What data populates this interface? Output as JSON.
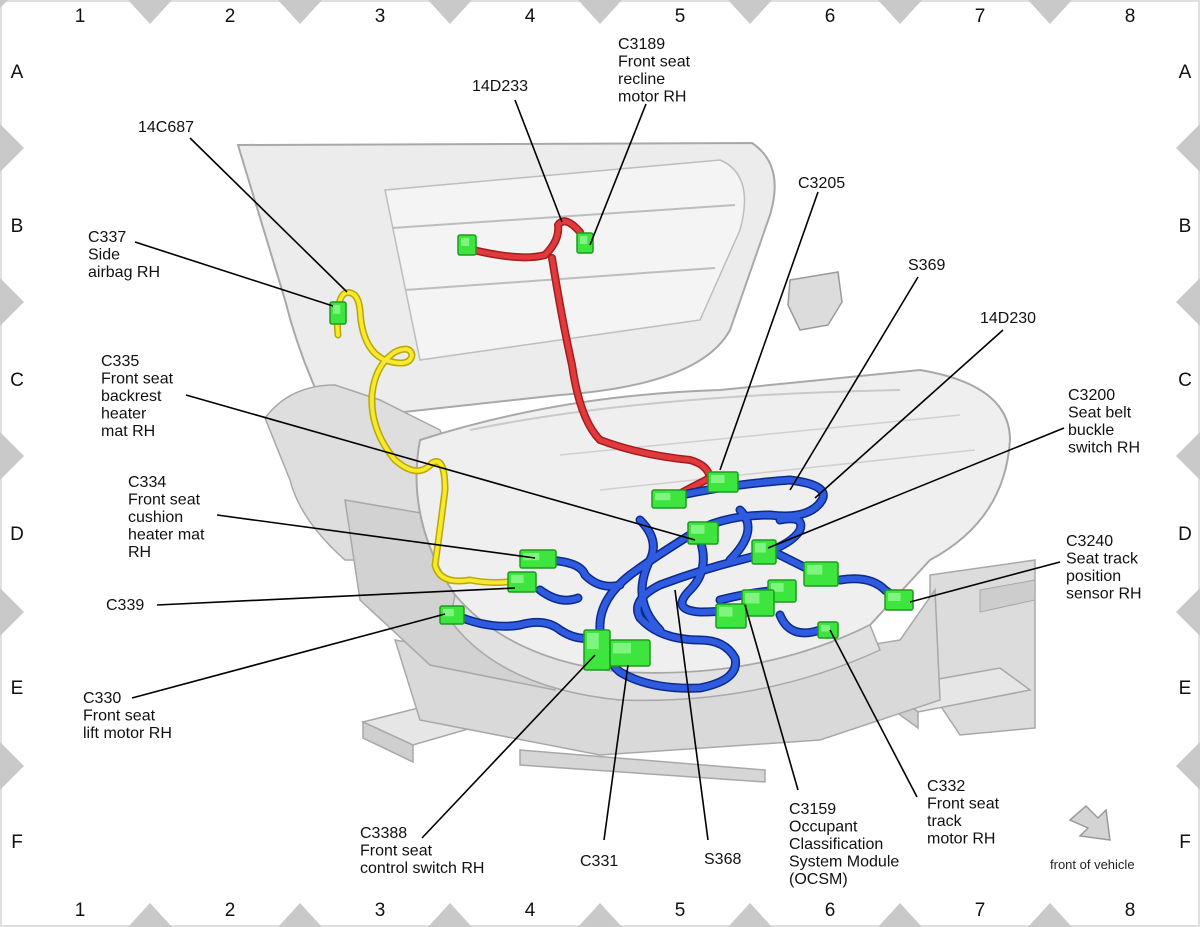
{
  "frame": {
    "columns": [
      "1",
      "2",
      "3",
      "4",
      "5",
      "6",
      "7",
      "8"
    ],
    "rows": [
      "A",
      "B",
      "C",
      "D",
      "E",
      "F"
    ]
  },
  "front_indicator": {
    "label": "front of vehicle",
    "icon": "arrow-icon"
  },
  "colors": {
    "background": "#ffffff",
    "frame_marker": "#c9c9c9",
    "seat_fill": "#e8e8e8",
    "seat_edge": "#a8a8a8",
    "harness_red": "#d8282c",
    "harness_yellow": "#f2e21c",
    "harness_blue": "#1f47c9",
    "connector_green": "#3fe53f",
    "leader_line": "#000000"
  },
  "callouts": [
    {
      "id": "c3189",
      "lines": [
        "C3189",
        "Front seat",
        "recline",
        "motor RH"
      ]
    },
    {
      "id": "14d233",
      "lines": [
        "14D233"
      ]
    },
    {
      "id": "14c687",
      "lines": [
        "14C687"
      ]
    },
    {
      "id": "c3205",
      "lines": [
        "C3205"
      ]
    },
    {
      "id": "c337",
      "lines": [
        "C337",
        "Side",
        "airbag RH"
      ]
    },
    {
      "id": "s369",
      "lines": [
        "S369"
      ]
    },
    {
      "id": "14d230",
      "lines": [
        "14D230"
      ]
    },
    {
      "id": "c335",
      "lines": [
        "C335",
        "Front seat",
        "backrest",
        "heater",
        "mat RH"
      ]
    },
    {
      "id": "c3200",
      "lines": [
        "C3200",
        "Seat belt",
        "buckle",
        "switch RH"
      ]
    },
    {
      "id": "c334",
      "lines": [
        "C334",
        "Front seat",
        "cushion",
        "heater mat",
        "RH"
      ]
    },
    {
      "id": "c3240",
      "lines": [
        "C3240",
        "Seat track",
        "position",
        "sensor RH"
      ]
    },
    {
      "id": "c339",
      "lines": [
        "C339"
      ]
    },
    {
      "id": "c330",
      "lines": [
        "C330",
        "Front seat",
        "lift motor RH"
      ]
    },
    {
      "id": "c332",
      "lines": [
        "C332",
        "Front seat",
        "track",
        "motor RH"
      ]
    },
    {
      "id": "c3159",
      "lines": [
        "C3159",
        "Occupant",
        "Classification",
        "System Module",
        "(OCSM)"
      ]
    },
    {
      "id": "c3388",
      "lines": [
        "C3388",
        "Front seat",
        "control switch RH"
      ]
    },
    {
      "id": "c331",
      "lines": [
        "C331"
      ]
    },
    {
      "id": "s368",
      "lines": [
        "S368"
      ]
    }
  ]
}
